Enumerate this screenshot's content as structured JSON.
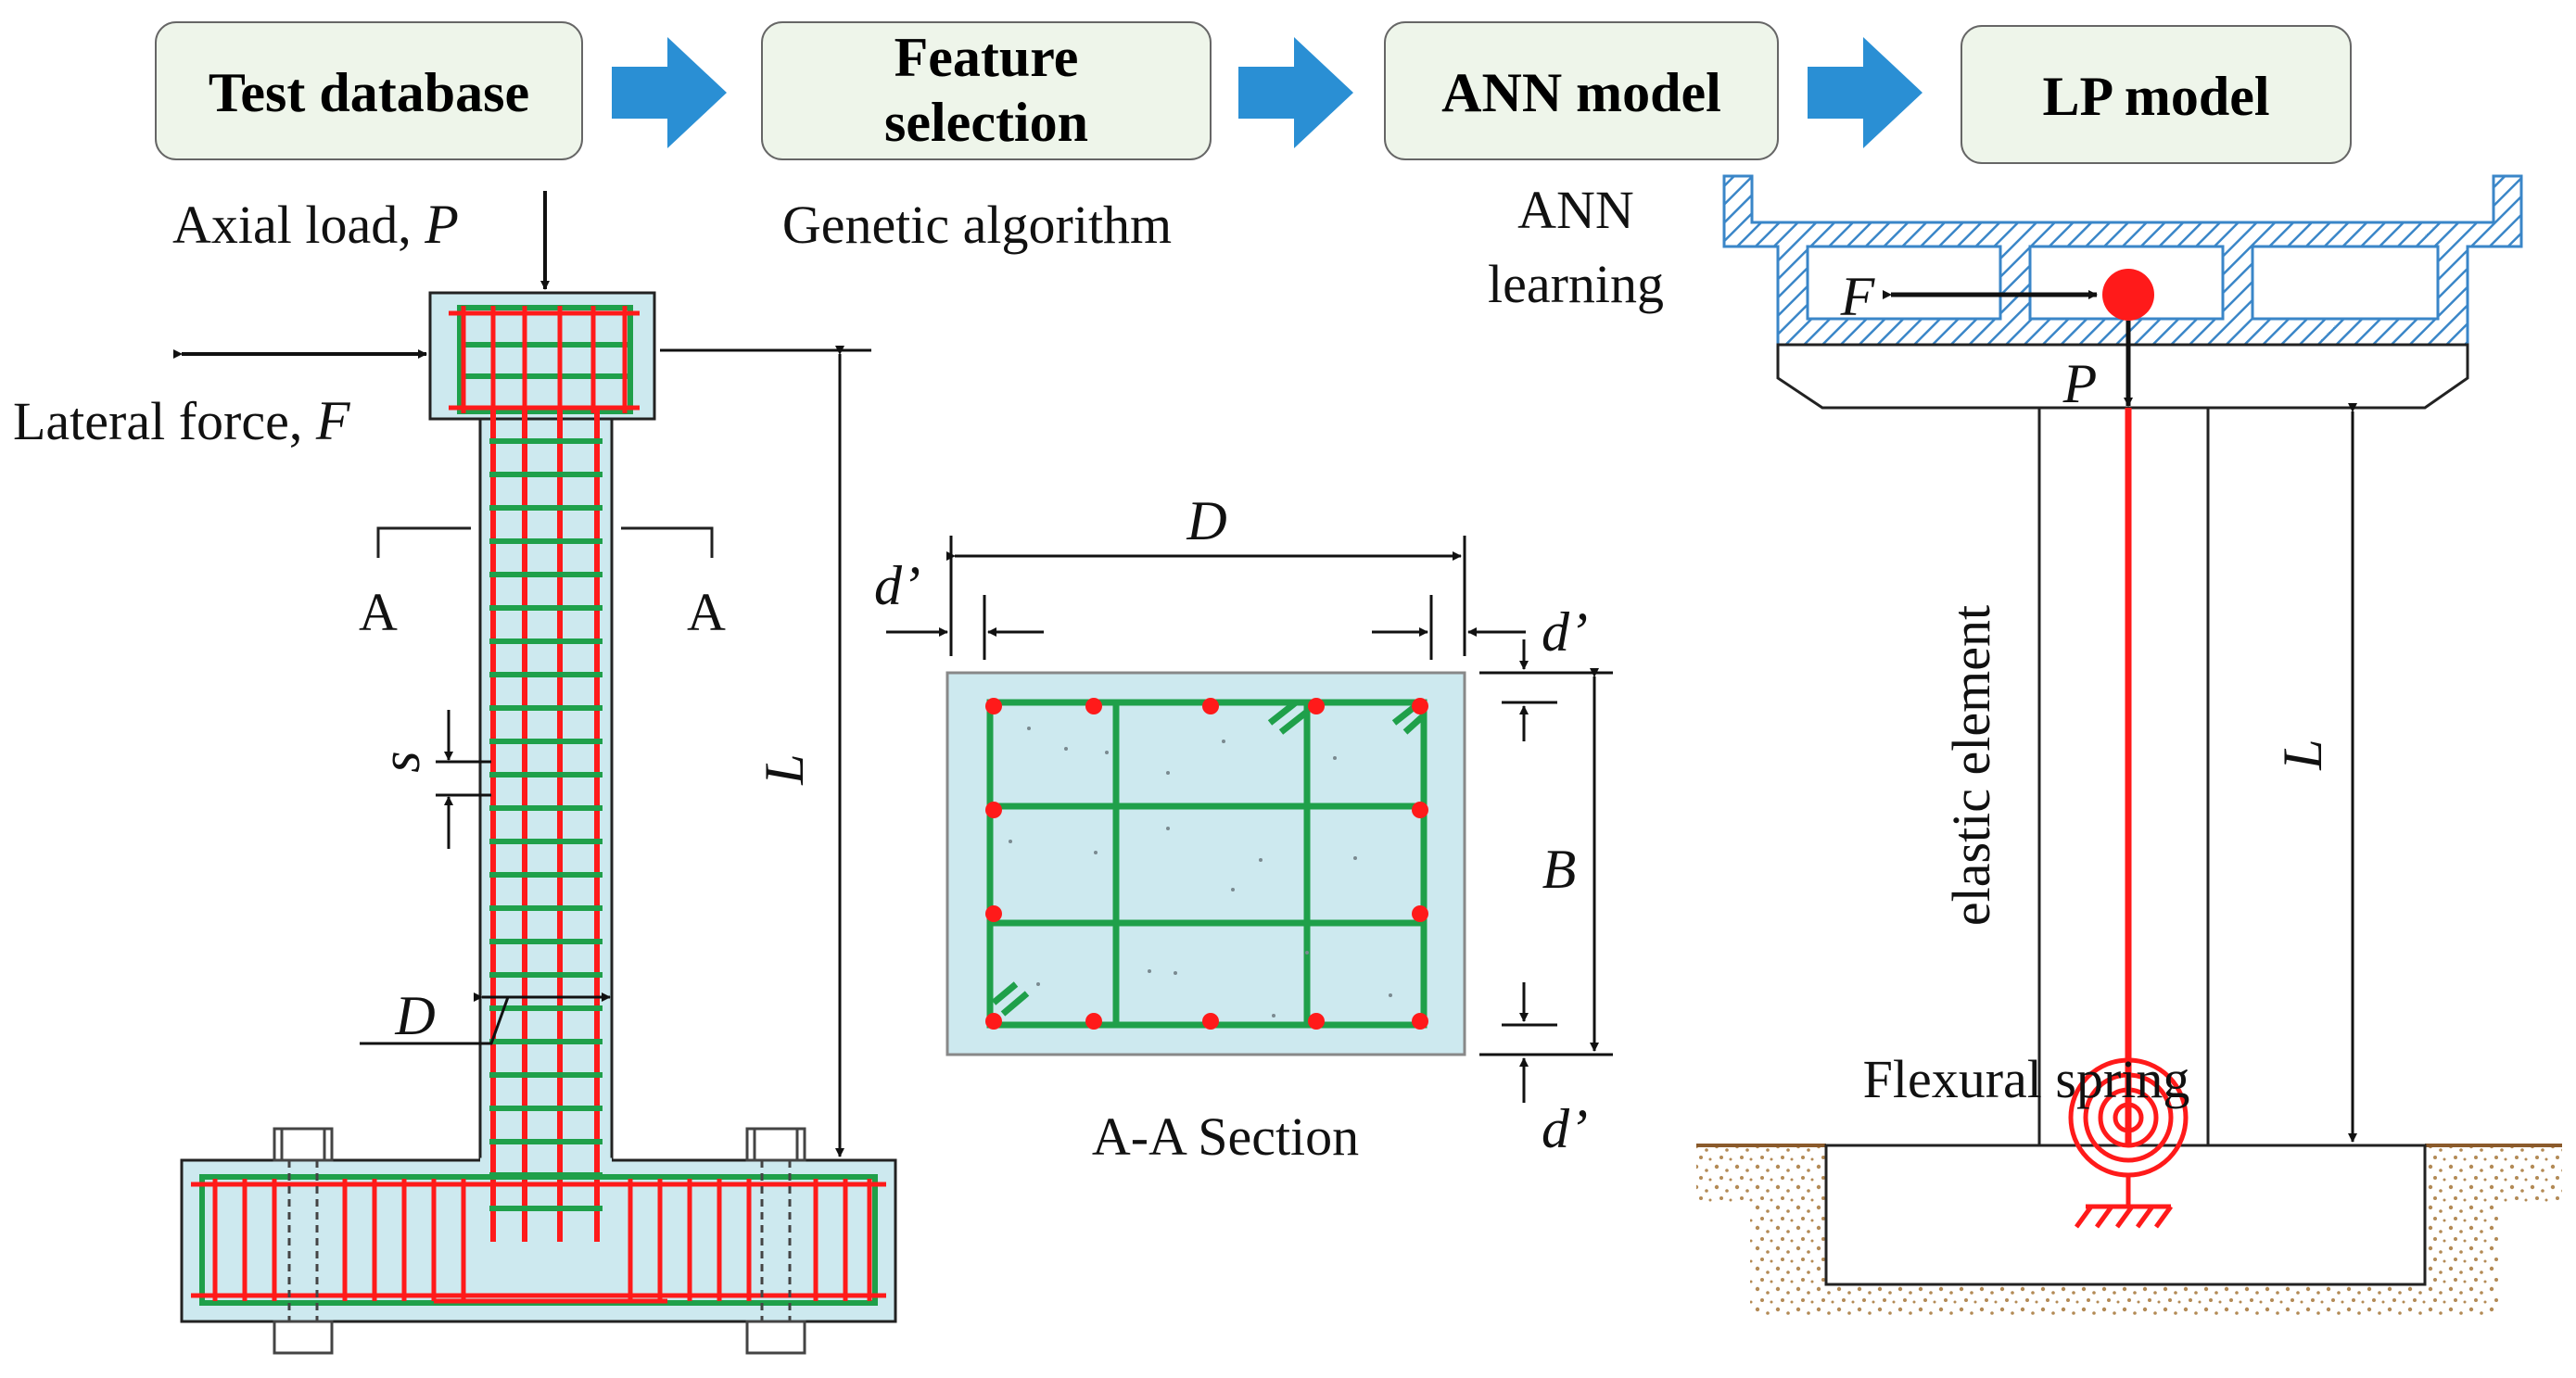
{
  "flow": {
    "steps": [
      "Test database",
      "Feature",
      "selection",
      "ANN model",
      "LP model"
    ],
    "notes": {
      "genetic": "Genetic algorithm",
      "ann_1": "ANN",
      "ann_2": "learning"
    }
  },
  "column": {
    "axial_load": "Axial load, ",
    "axial_sym": "P",
    "lateral_force": "Lateral force, ",
    "lateral_sym": "F",
    "section_mark_left": "A",
    "section_mark_right": "A",
    "spacing_sym": "s",
    "length_sym": "L",
    "depth_sym": "D"
  },
  "section": {
    "title": "A-A Section",
    "width_sym": "D",
    "breadth_sym": "B",
    "cover_left": "d’",
    "cover_right": "d’",
    "cover_bottom": "d’"
  },
  "lp_model": {
    "force_sym": "F",
    "axial_sym": "P",
    "length_sym": "L",
    "element_label": "elastic element",
    "spring_label": "Flexural spring"
  },
  "colors": {
    "box_fill": "#eef5ea",
    "arrow_blue": "#2a8fd4",
    "rebar_red": "#ff1a1a",
    "stirrup_green": "#1fa04a",
    "concrete": "#cde9ef",
    "deck_blue": "#3a86c8",
    "soil": "#b38a55"
  }
}
